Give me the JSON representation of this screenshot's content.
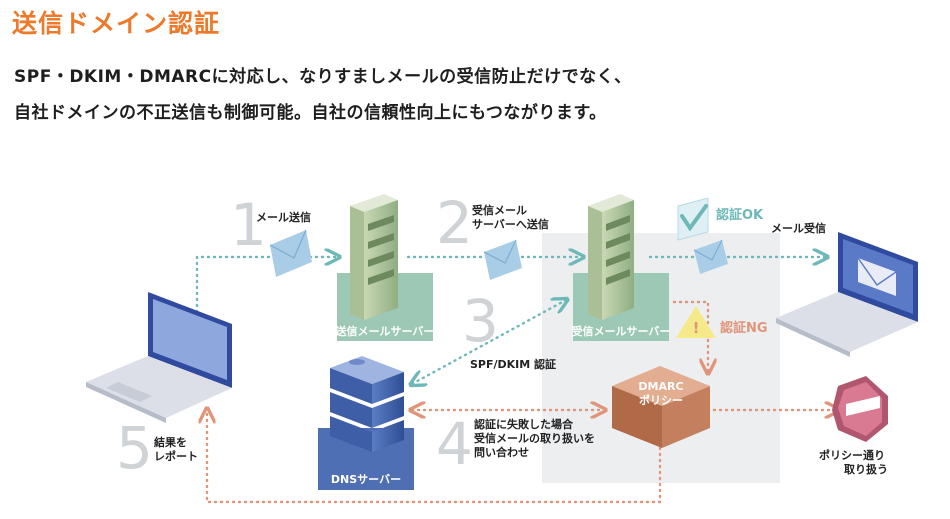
{
  "title": "送信ドメイン認証",
  "description": {
    "line1": "SPF・DKIM・DMARCに対応し、なりすましメールの受信防止だけでなく、",
    "line2": "自社ドメインの不正送信も制御可能。自社の信頼性向上にもつながります。"
  },
  "steps": [
    {
      "number": "1",
      "label": "メール送信"
    },
    {
      "number": "2",
      "label_line1": "受信メール",
      "label_line2": "サーバーへ送信"
    },
    {
      "number": "3",
      "label": "SPF/DKIM 認証"
    },
    {
      "number": "4",
      "label_line1": "認証に失敗した場合",
      "label_line2": "受信メールの取り扱いを",
      "label_line3": "問い合わせ"
    },
    {
      "number": "5",
      "label_line1": "結果を",
      "label_line2": "レポート"
    }
  ],
  "servers": {
    "sender": "送信メールサーバー",
    "receiver": "受信メールサーバー",
    "dns": "DNSサーバー"
  },
  "dmarc": {
    "line1": "DMARC",
    "line2": "ポリシー"
  },
  "auth_ok": "認証OK",
  "auth_ng": "認証NG",
  "mail_receive": "メール受信",
  "policy_handle": {
    "line1": "ポリシー通り",
    "line2": "取り扱う"
  },
  "colors": {
    "accent": "#ec7a2a",
    "flow_teal": "#6fb8b8",
    "flow_orange": "#e0957a",
    "server_green": "#9cc8b5",
    "dns_blue": "#4f6fb5",
    "dmarc_brown": "#c4805e"
  }
}
